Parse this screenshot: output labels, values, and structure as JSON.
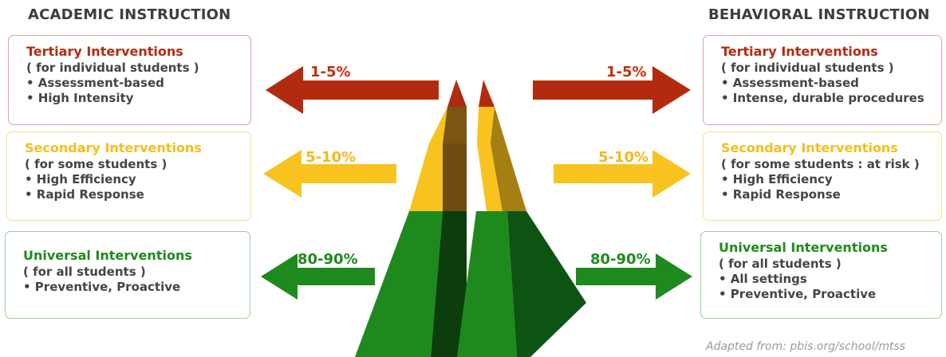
{
  "academic": {
    "heading": "ACADEMIC INSTRUCTION",
    "tertiary": {
      "title": "Tertiary Interventions",
      "lines": [
        "( for individual students )",
        "• Assessment-based",
        "• High Intensity"
      ]
    },
    "secondary": {
      "title": "Secondary Interventions",
      "lines": [
        "( for some students )",
        "• High Efficiency",
        "• Rapid Response"
      ]
    },
    "universal": {
      "title": "Universal Interventions",
      "lines": [
        "( for all students )",
        "• Preventive, Proactive"
      ]
    }
  },
  "behavioral": {
    "heading": "BEHAVIORAL INSTRUCTION",
    "tertiary": {
      "title": "Tertiary Interventions",
      "lines": [
        "( for individual students )",
        "• Assessment-based",
        "• Intense, durable procedures"
      ]
    },
    "secondary": {
      "title": "Secondary Interventions",
      "lines": [
        "( for some students : at risk )",
        "• High Efficiency",
        "• Rapid Response"
      ]
    },
    "universal": {
      "title": "Universal Interventions",
      "lines": [
        "( for all students )",
        "• All settings",
        "• Preventive, Proactive"
      ]
    }
  },
  "percentages": {
    "tertiary": "1-5%",
    "secondary": "5-10%",
    "universal": "80-90%"
  },
  "colors": {
    "red": "#b22b10",
    "yellow": "#f9c31f",
    "green": "#1e8a1d"
  },
  "credit": "Adapted from: pbis.org/school/mtss"
}
